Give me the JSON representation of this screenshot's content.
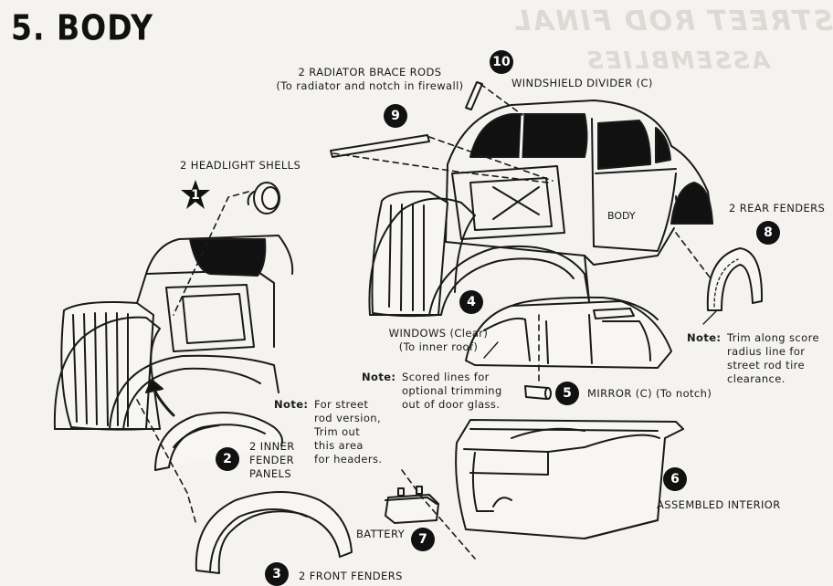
{
  "title": "5. BODY",
  "parts": [
    {
      "num": "1",
      "label": "2 HEADLIGHT SHELLS"
    },
    {
      "num": "2",
      "label": "2 INNER\nFENDER\nPANELS"
    },
    {
      "num": "3",
      "label": "2 FRONT FENDERS"
    },
    {
      "num": "4",
      "label": "WINDOWS (Clear)\n(To inner roof)"
    },
    {
      "num": "5",
      "label": "MIRROR (C) (To notch)"
    },
    {
      "num": "6",
      "label": "ASSEMBLED INTERIOR"
    },
    {
      "num": "7",
      "label": "BATTERY"
    },
    {
      "num": "8",
      "label": "2 REAR FENDERS"
    },
    {
      "num": "9",
      "label": "2 RADIATOR BRACE RODS\n(To radiator and notch in firewall)"
    },
    {
      "num": "10",
      "label": "WINDSHIELD DIVIDER (C)"
    }
  ],
  "body_label": "BODY",
  "notes": {
    "inner_fender": {
      "prefix": "Note:",
      "text": "For street\nrod version,\nTrim out\nthis area\nfor headers."
    },
    "windows": {
      "prefix": "Note:",
      "text": "Scored lines for\noptional trimming\nout of door glass."
    },
    "rear_fender": {
      "prefix": "Note:",
      "text": "Trim along score\nradius line for\nstreet rod tire\nclearance."
    }
  },
  "ghost_text": {
    "line1": "STREET ROD FINAL",
    "line2": "ASSEMBLIES"
  }
}
